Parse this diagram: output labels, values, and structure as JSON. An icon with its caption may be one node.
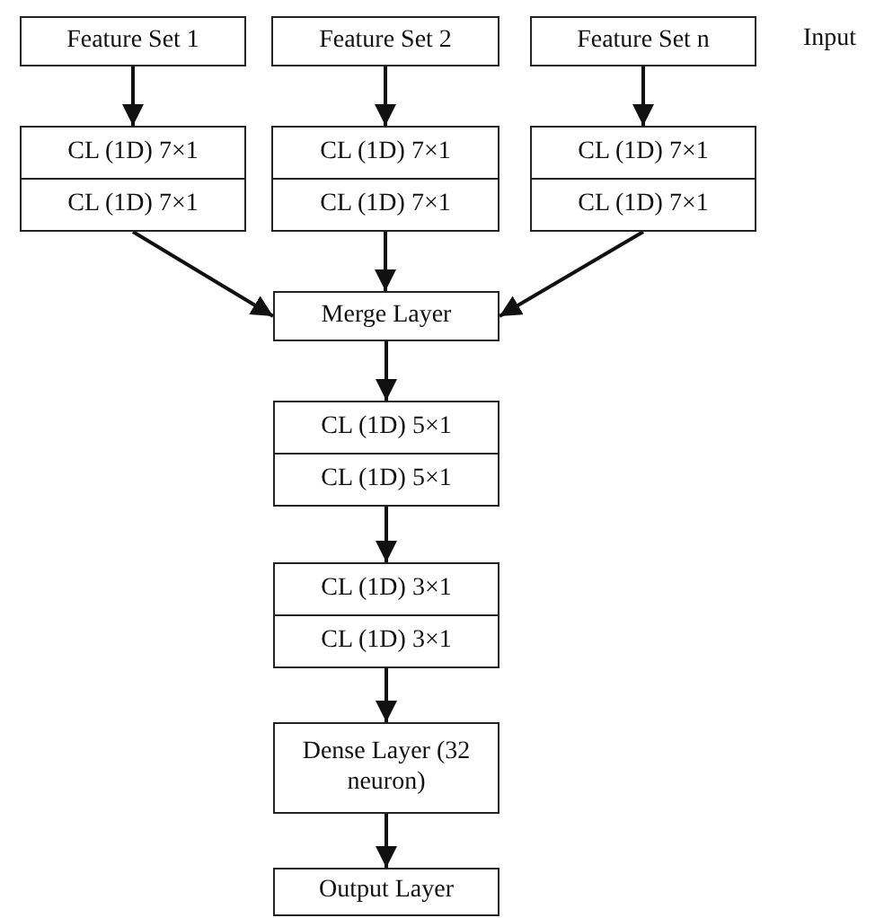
{
  "diagram": {
    "nodes": [
      {
        "text": [
          "Feature Set 1"
        ]
      },
      {
        "text": [
          "Feature Set 2"
        ]
      },
      {
        "text": [
          "Feature Set n"
        ]
      },
      {
        "text": [
          "CL (1D) 7×1",
          "CL (1D) 7×1"
        ]
      },
      {
        "text": [
          "CL (1D) 7×1",
          "CL (1D) 7×1"
        ]
      },
      {
        "text": [
          "CL (1D) 7×1",
          "CL (1D) 7×1"
        ]
      },
      {
        "text": [
          "Merge Layer"
        ]
      },
      {
        "text": [
          "CL (1D) 5×1",
          "CL (1D) 5×1"
        ]
      },
      {
        "text": [
          "CL (1D) 3×1",
          "CL (1D) 3×1"
        ]
      },
      {
        "text": [
          "Dense Layer (32 neuron)"
        ]
      },
      {
        "text": [
          "Output Layer"
        ]
      }
    ],
    "edges": [
      {
        "from": 0,
        "to": 3,
        "arrow": "to"
      },
      {
        "from": 1,
        "to": 4,
        "arrow": "to"
      },
      {
        "from": 2,
        "to": 5,
        "arrow": "to"
      },
      {
        "from": 3,
        "to": 6,
        "arrow": "to"
      },
      {
        "from": 4,
        "to": 6,
        "arrow": "to"
      },
      {
        "from": 5,
        "to": 6,
        "arrow": "to"
      },
      {
        "from": 6,
        "to": 7,
        "arrow": "to"
      },
      {
        "from": 7,
        "to": 8,
        "arrow": "to"
      },
      {
        "from": 8,
        "to": 9,
        "arrow": "to"
      },
      {
        "from": 9,
        "to": 10,
        "arrow": "to"
      }
    ],
    "labels": [
      "Input"
    ]
  }
}
